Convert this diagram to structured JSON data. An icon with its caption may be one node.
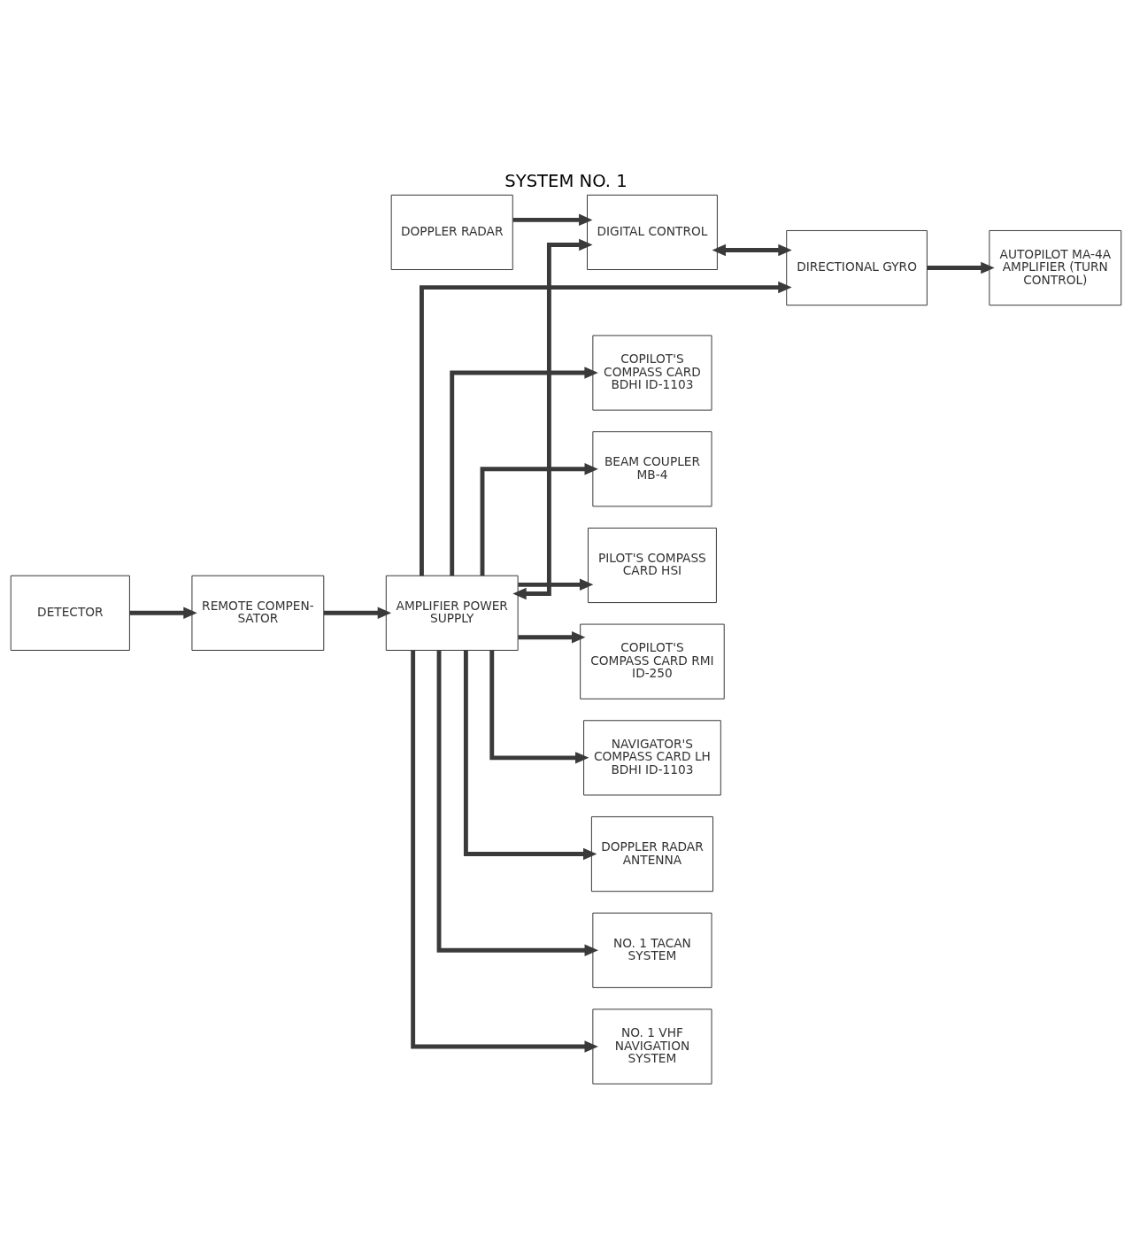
{
  "diagram": {
    "title": "SYSTEM NO. 1",
    "nodes": [
      {
        "text": [
          "REMOTE COMPEN- SATOR"
        ]
      },
      {
        "text": [
          "DETECTOR"
        ]
      },
      {
        "text": [
          "DIGITAL CONTROL"
        ]
      },
      {
        "text": [
          "DOPPLER RADAR"
        ]
      },
      {
        "text": [
          "AMPLIFIER POWER SUPPLY"
        ]
      },
      {
        "text": [
          "DIRECTIONAL GYRO"
        ]
      },
      {
        "text": [
          "AUTOPILOT MA-4A AMPLIFIER (TURN CONTROL)"
        ]
      },
      {
        "text": [
          "COPILOT'S COMPASS CARD BDHI ID-1103"
        ]
      },
      {
        "text": [
          "BEAM COUPLER MB-4"
        ]
      },
      {
        "text": [
          "PILOT'S COMPASS CARD HSI"
        ]
      },
      {
        "text": [
          "COPILOT'S COMPASS CARD RMI ID-250"
        ]
      },
      {
        "text": [
          "NAVIGATOR'S COMPASS CARD LH BDHI ID-1103"
        ]
      },
      {
        "text": [
          "DOPPLER RADAR ANTENNA"
        ]
      },
      {
        "text": [
          "NO. 1 TACAN SYSTEM"
        ]
      },
      {
        "text": [
          "NO. 1 VHF NAVIGATION SYSTEM"
        ]
      }
    ],
    "edges": [
      {
        "from": 1,
        "to": 0,
        "arrow": "to"
      },
      {
        "from": 0,
        "to": 4,
        "arrow": "to"
      },
      {
        "from": 4,
        "to": 2,
        "arrow": "both"
      },
      {
        "from": 2,
        "to": 5,
        "arrow": "both"
      },
      {
        "from": 3,
        "to": 2,
        "arrow": "to"
      },
      {
        "from": 4,
        "to": 5,
        "arrow": "to"
      },
      {
        "from": 5,
        "to": 6,
        "arrow": "to"
      },
      {
        "from": 4,
        "to": 7,
        "arrow": "to"
      },
      {
        "from": 4,
        "to": 8,
        "arrow": "to"
      },
      {
        "from": 4,
        "to": 9,
        "arrow": "to"
      },
      {
        "from": 4,
        "to": 10,
        "arrow": "to"
      },
      {
        "from": 4,
        "to": 11,
        "arrow": "to"
      },
      {
        "from": 4,
        "to": 12,
        "arrow": "to"
      },
      {
        "from": 4,
        "to": 13,
        "arrow": "to"
      },
      {
        "from": 4,
        "to": 14,
        "arrow": "to"
      }
    ]
  }
}
